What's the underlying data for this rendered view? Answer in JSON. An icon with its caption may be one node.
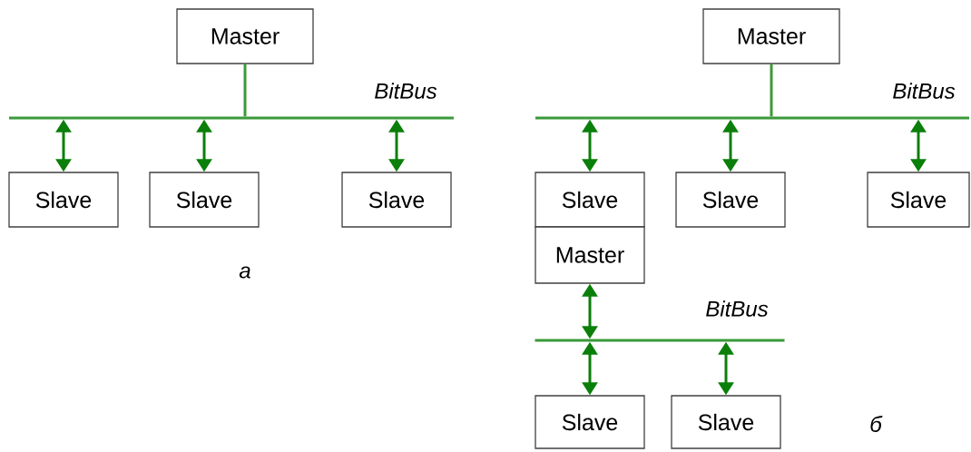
{
  "diagram": {
    "nodes": [
      {
        "text": [
          "Master"
        ]
      },
      {
        "text": [],
        "shape": "bar",
        "beside": [
          "BitBus"
        ]
      },
      {
        "text": [
          "Slave"
        ]
      },
      {
        "text": [
          "Slave"
        ]
      },
      {
        "text": [
          "Slave"
        ]
      },
      {
        "text": [
          "Master"
        ]
      },
      {
        "text": [],
        "shape": "bar",
        "beside": [
          "BitBus"
        ]
      },
      {
        "text": [
          "Slave"
        ]
      },
      {
        "text": [
          "Slave"
        ]
      },
      {
        "text": [
          "Slave"
        ]
      },
      {
        "text": [
          "Master"
        ]
      },
      {
        "text": [],
        "shape": "bar",
        "beside": [
          "BitBus"
        ]
      },
      {
        "text": [
          "Slave"
        ]
      },
      {
        "text": [
          "Slave"
        ]
      }
    ],
    "edges": [
      {
        "from": 0,
        "to": 1,
        "arrow": "none"
      },
      {
        "from": 1,
        "to": 2,
        "arrow": "both"
      },
      {
        "from": 1,
        "to": 3,
        "arrow": "both"
      },
      {
        "from": 1,
        "to": 4,
        "arrow": "both"
      },
      {
        "from": 5,
        "to": 6,
        "arrow": "none"
      },
      {
        "from": 6,
        "to": 7,
        "arrow": "both"
      },
      {
        "from": 6,
        "to": 8,
        "arrow": "both"
      },
      {
        "from": 6,
        "to": 9,
        "arrow": "both"
      },
      {
        "from": 10,
        "to": 11,
        "arrow": "both"
      },
      {
        "from": 11,
        "to": 12,
        "arrow": "both"
      },
      {
        "from": 11,
        "to": 13,
        "arrow": "both"
      }
    ],
    "labels": [
      "а",
      "б"
    ]
  }
}
